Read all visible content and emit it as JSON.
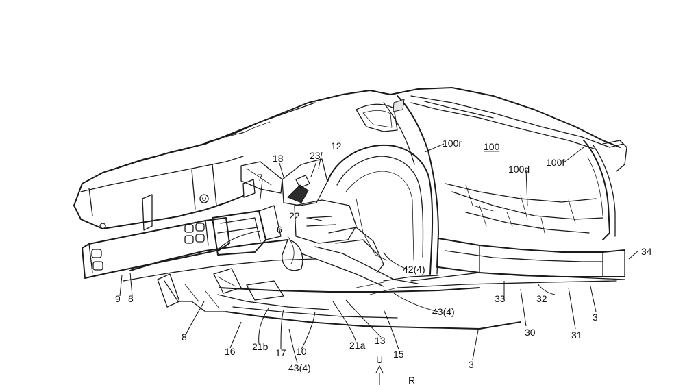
{
  "labels": {
    "l100r": "100r",
    "l100": "100",
    "l100d": "100d",
    "l100f": "100f",
    "l18": "18",
    "l23": "23",
    "l12": "12",
    "l7": "7",
    "l22": "22",
    "l6": "6",
    "l42_4": "42(4)",
    "l34": "34",
    "l43_4_right": "43(4)",
    "l33": "33",
    "l32": "32",
    "l3_right": "3",
    "l9": "9",
    "l8_left": "8",
    "l8_bottom": "8",
    "l30": "30",
    "l31": "31",
    "l16": "16",
    "l21b": "21b",
    "l17": "17",
    "l10": "10",
    "l21a": "21a",
    "l13": "13",
    "l15": "15",
    "l3_bottom": "3",
    "l43_4_bottom": "43(4)",
    "lU": "U",
    "lR": "R"
  }
}
